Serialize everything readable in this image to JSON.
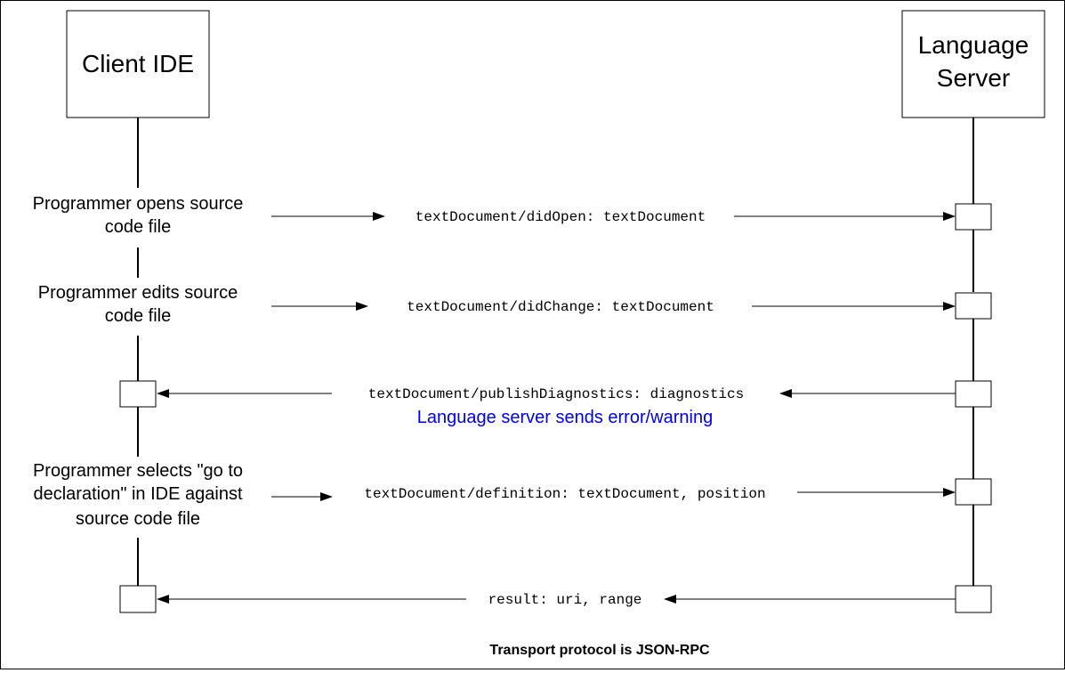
{
  "participants": {
    "client": "Client IDE",
    "server_line1": "Language",
    "server_line2": "Server"
  },
  "events": {
    "open_l1": "Programmer opens source",
    "open_l2": "code file",
    "edit_l1": "Programmer edits source",
    "edit_l2": "code file",
    "goto_l1": "Programmer selects \"go to",
    "goto_l2": "declaration\" in IDE against",
    "goto_l3": "source code file"
  },
  "messages": {
    "did_open": "textDocument/didOpen: textDocument",
    "did_change": "textDocument/didChange: textDocument",
    "publish": "textDocument/publishDiagnostics: diagnostics",
    "definition": "textDocument/definition: textDocument, position",
    "result": "result: uri, range"
  },
  "notes": {
    "diagnostics": "Language server sends error/warning"
  },
  "footer": "Transport protocol is JSON-RPC",
  "colors": {
    "note": "#0000ee",
    "line": "#000000",
    "background": "#ffffff"
  }
}
